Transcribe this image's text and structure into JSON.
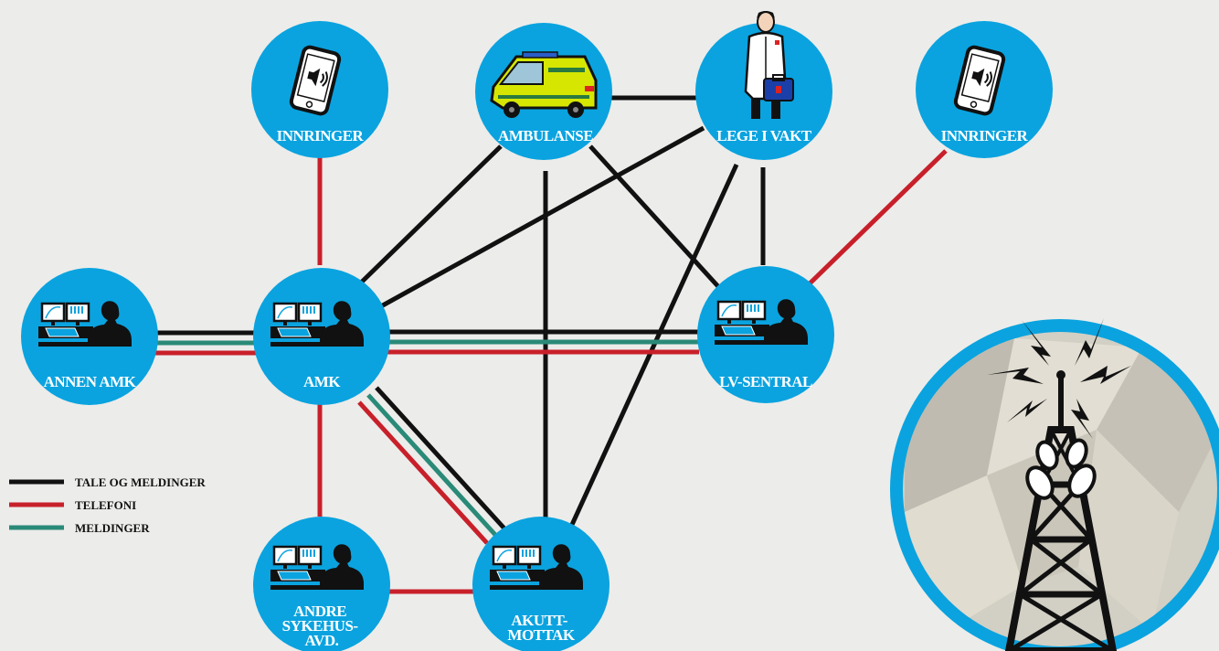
{
  "nodes": {
    "innringer_left": {
      "label": "INNRINGER"
    },
    "ambulanse": {
      "label": "AMBULANSE"
    },
    "lege_i_vakt": {
      "label": "LEGE I VAKT"
    },
    "innringer_right": {
      "label": "INNRINGER"
    },
    "annen_amk": {
      "label": "ANNEN AMK"
    },
    "amk": {
      "label": "AMK"
    },
    "lv_sentral": {
      "label": "LV-SENTRAL"
    },
    "andre_sykehus": {
      "label_lines": [
        "ANDRE",
        "SYKEHUS-",
        "AVD."
      ]
    },
    "akuttmottak": {
      "label_lines": [
        "AKUTT-",
        "MOTTAK"
      ]
    }
  },
  "legend": {
    "tale": "TALE OG MELDINGER",
    "telefoni": "TELEFONI",
    "meldinger": "MELDINGER"
  },
  "colors": {
    "circle": "#0aa3df",
    "tale": "#111111",
    "telefoni": "#c8202a",
    "meldinger": "#2a8a78",
    "background": "#ececea"
  }
}
